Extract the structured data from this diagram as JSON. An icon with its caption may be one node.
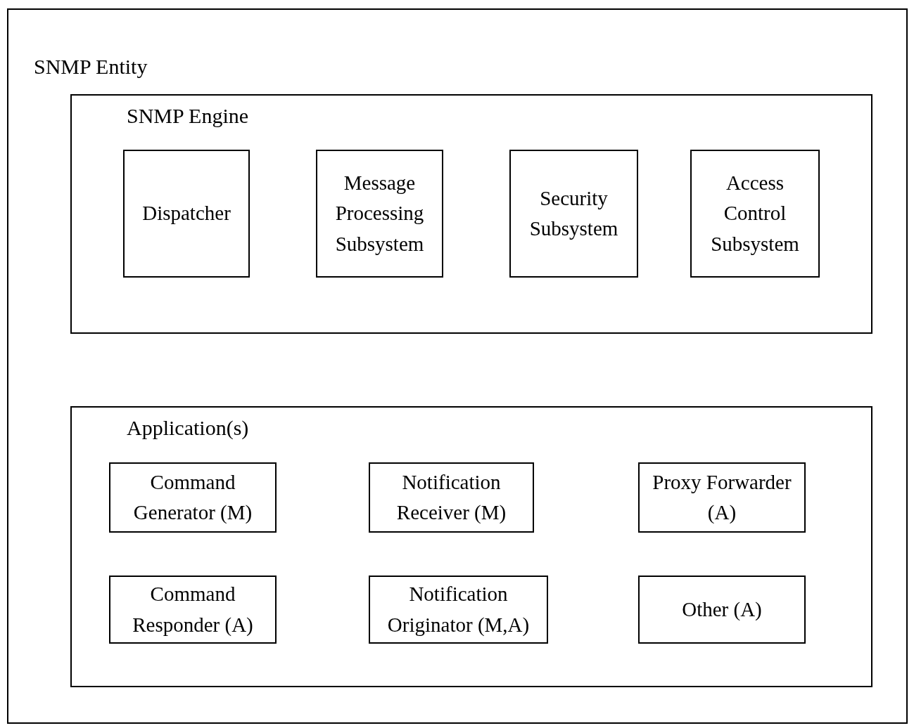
{
  "diagram": {
    "nodes": [
      {
        "text": [
          "SNMP Entity"
        ]
      },
      {
        "text": [
          "SNMP Engine"
        ],
        "in": 0
      },
      {
        "text": [
          "Dispatcher"
        ],
        "in": 1
      },
      {
        "text": [
          "Message Processing Subsystem"
        ],
        "in": 1
      },
      {
        "text": [
          "Security Subsystem"
        ],
        "in": 1
      },
      {
        "text": [
          "Access Control Subsystem"
        ],
        "in": 1
      },
      {
        "text": [
          "Application(s)"
        ],
        "in": 0
      },
      {
        "text": [
          "Command Generator (M)"
        ],
        "in": 6
      },
      {
        "text": [
          "Notification Receiver (M)"
        ],
        "in": 6
      },
      {
        "text": [
          "Proxy Forwarder (A)"
        ],
        "in": 6
      },
      {
        "text": [
          "Command Responder (A)"
        ],
        "in": 6
      },
      {
        "text": [
          "Notification Originator (M,A)"
        ],
        "in": 6
      },
      {
        "text": [
          "Other (A)"
        ],
        "in": 6
      }
    ],
    "edges": []
  }
}
